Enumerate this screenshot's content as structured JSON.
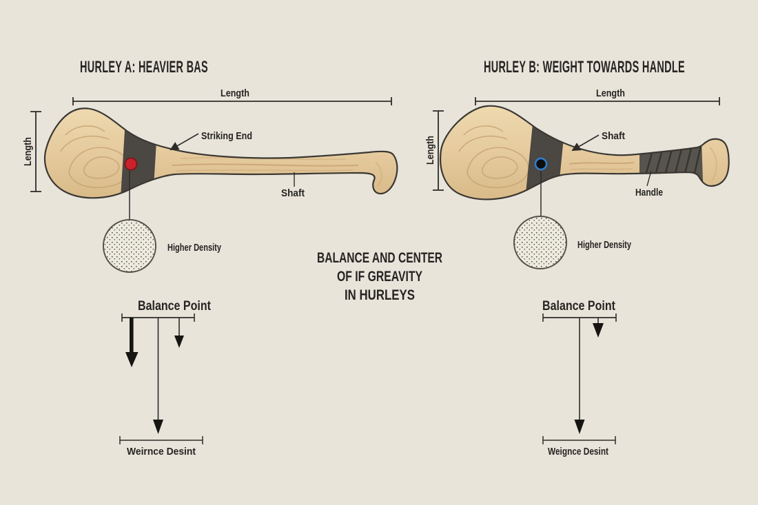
{
  "caption": {
    "lines": [
      "BALANCE AND CENTER",
      "OF IF GREAVITY",
      "IN HURLEYS"
    ]
  },
  "hurley_a": {
    "title": "HURLEY A: HEAVIER BAS",
    "labels": {
      "length_top": "Length",
      "length_side": "Length",
      "striking_end": "Striking End",
      "shaft": "Shaft",
      "higher_density": "Higher Density",
      "balance_point": "Balance Point",
      "weight_distribution": "Weirnce Desint"
    },
    "cog_dot_color": "#c9222b",
    "cog_dot_ring_color": "#7e1116"
  },
  "hurley_b": {
    "title": "HURLEY B: WEIGHT TOWARDS HANDLE",
    "labels": {
      "length_top": "Length",
      "length_side": "Length",
      "shaft": "Shaft",
      "handle": "Handle",
      "higher_density": "Higher Density",
      "balance_point": "Balance Point",
      "weight_distribution": "Weignce Desint"
    },
    "cog_dot_color": "#0e0e0e",
    "cog_dot_ring_color": "#2e7fd0"
  },
  "colors": {
    "background": "#e8e4da",
    "ink": "#2e2c29",
    "wood_light": "#eed9ae",
    "wood_dark": "#d9ba88",
    "density_band": "#4b4742",
    "grip_wrap": "#57534d",
    "density_circle_fill": "#edeade"
  }
}
